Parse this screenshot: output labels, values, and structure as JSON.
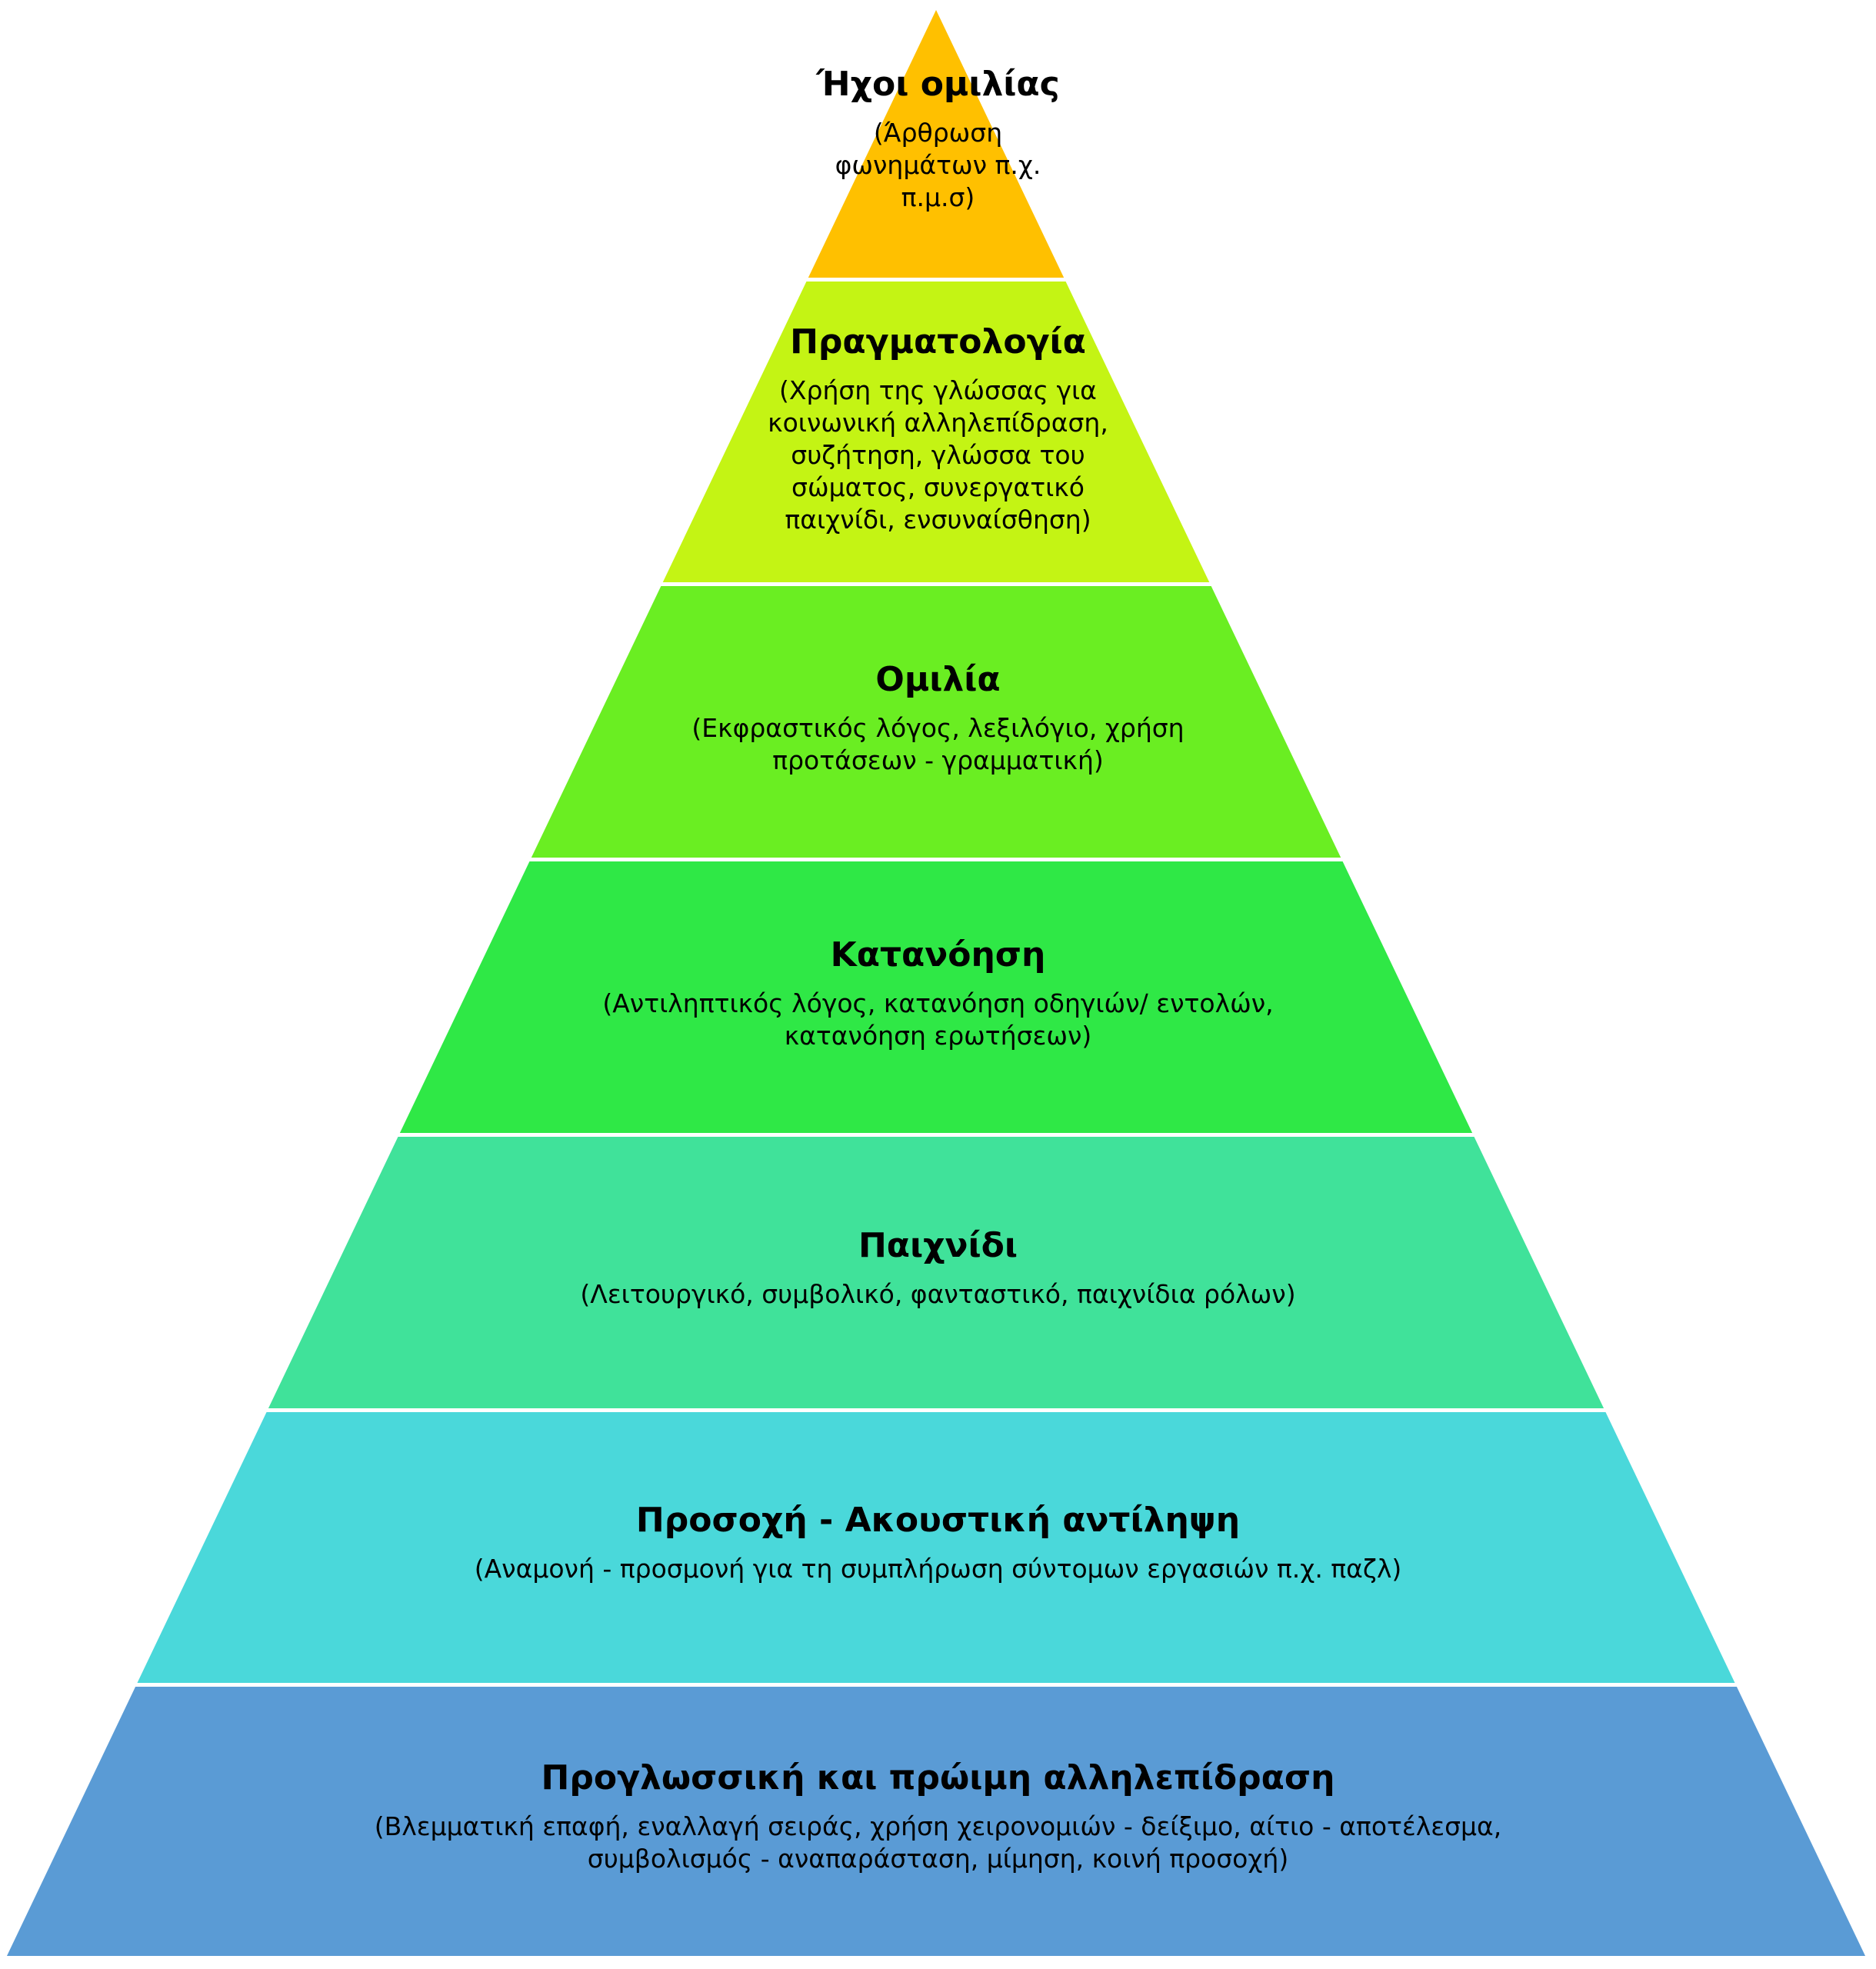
{
  "levels": [
    {
      "title": "Ήχοι ομιλίας",
      "desc": [
        "(Άρθρωση",
        "φωνημάτων π.χ.",
        "π.μ.σ)"
      ],
      "color": "#FFC000"
    },
    {
      "title": "Πραγματολογία",
      "desc": [
        "(Χρήση της γλώσσας για",
        "κοινωνική αλληλεπίδραση,",
        "συζήτηση, γλώσσα του",
        "σώματος, συνεργατικό",
        "παιχνίδι, ενσυναίσθηση)"
      ],
      "color": "#C4F414"
    },
    {
      "title": "Ομιλία",
      "desc": [
        "(Εκφραστικός λόγος, λεξιλόγιο, χρήση",
        "προτάσεων - γραμματική)"
      ],
      "color": "#6AEE22"
    },
    {
      "title": "Κατανόηση",
      "desc": [
        "(Αντιληπτικός λόγος, κατανόηση οδηγιών/ εντολών,",
        "κατανόηση ερωτήσεων)"
      ],
      "color": "#2FE846"
    },
    {
      "title": "Παιχνίδι",
      "desc": [
        "(Λειτουργικό, συμβολικό, φανταστικό, παιχνίδια ρόλων)"
      ],
      "color": "#40E29A"
    },
    {
      "title": "Προσοχή - Ακουστική αντίληψη",
      "desc": [
        "(Αναμονή - προσμονή για τη συμπλήρωση σύντομων εργασιών π.χ. παζλ)"
      ],
      "color": "#4AD8DA"
    },
    {
      "title": "Προγλωσσική και πρώιμη αλληλεπίδραση",
      "desc": [
        "(Βλεμματική επαφή, εναλλαγή σειράς, χρήση χειρονομιών - δείξιμο, αίτιο - αποτέλεσμα,",
        "συμβολισμός - αναπαράσταση, μίμηση, κοινή προσοχή)"
      ],
      "color": "#5A9BD5"
    }
  ]
}
